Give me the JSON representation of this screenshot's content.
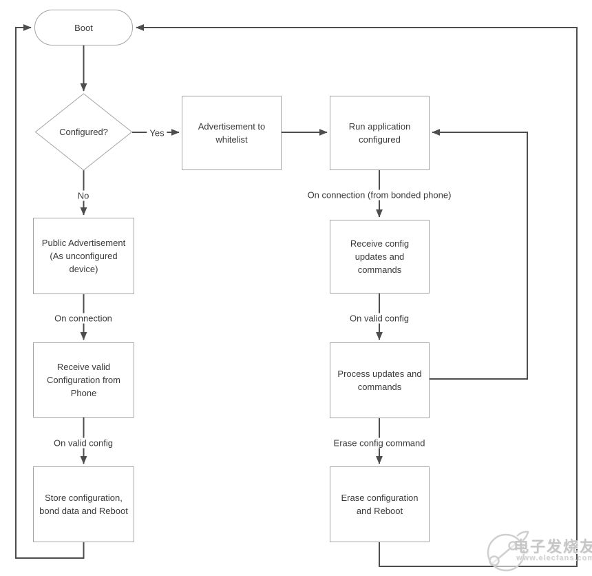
{
  "colors": {
    "connector": "#4d4d4d",
    "node_border": "#a3a3a3",
    "text": "#3a3a3a",
    "watermark": "#c6c6c6"
  },
  "nodes": {
    "boot": {
      "label": "Boot"
    },
    "configured": {
      "label": "Configured?"
    },
    "advertisement_whitelist": {
      "label": "Advertisement to whitelist"
    },
    "run_application": {
      "label": "Run application configured"
    },
    "public_advertisement": {
      "label": "Public Advertisement (As unconfigured device)"
    },
    "receive_valid_configuration": {
      "label": "Receive valid Configuration from Phone"
    },
    "store_configuration": {
      "label": "Store configuration, bond data and Reboot"
    },
    "receive_config_updates": {
      "label": "Receive config updates and commands"
    },
    "process_updates": {
      "label": "Process updates and commands"
    },
    "erase_configuration": {
      "label": "Erase configuration and Reboot"
    }
  },
  "edge_labels": {
    "yes": "Yes",
    "no": "No",
    "on_connection": "On connection",
    "on_valid_config_left": "On valid config",
    "on_connection_bonded": "On connection (from bonded phone)",
    "on_valid_config_right": "On valid config",
    "erase_config_command": "Erase config command"
  },
  "watermark": {
    "brand": "电子发烧友",
    "site": "www.elecfans.com"
  }
}
